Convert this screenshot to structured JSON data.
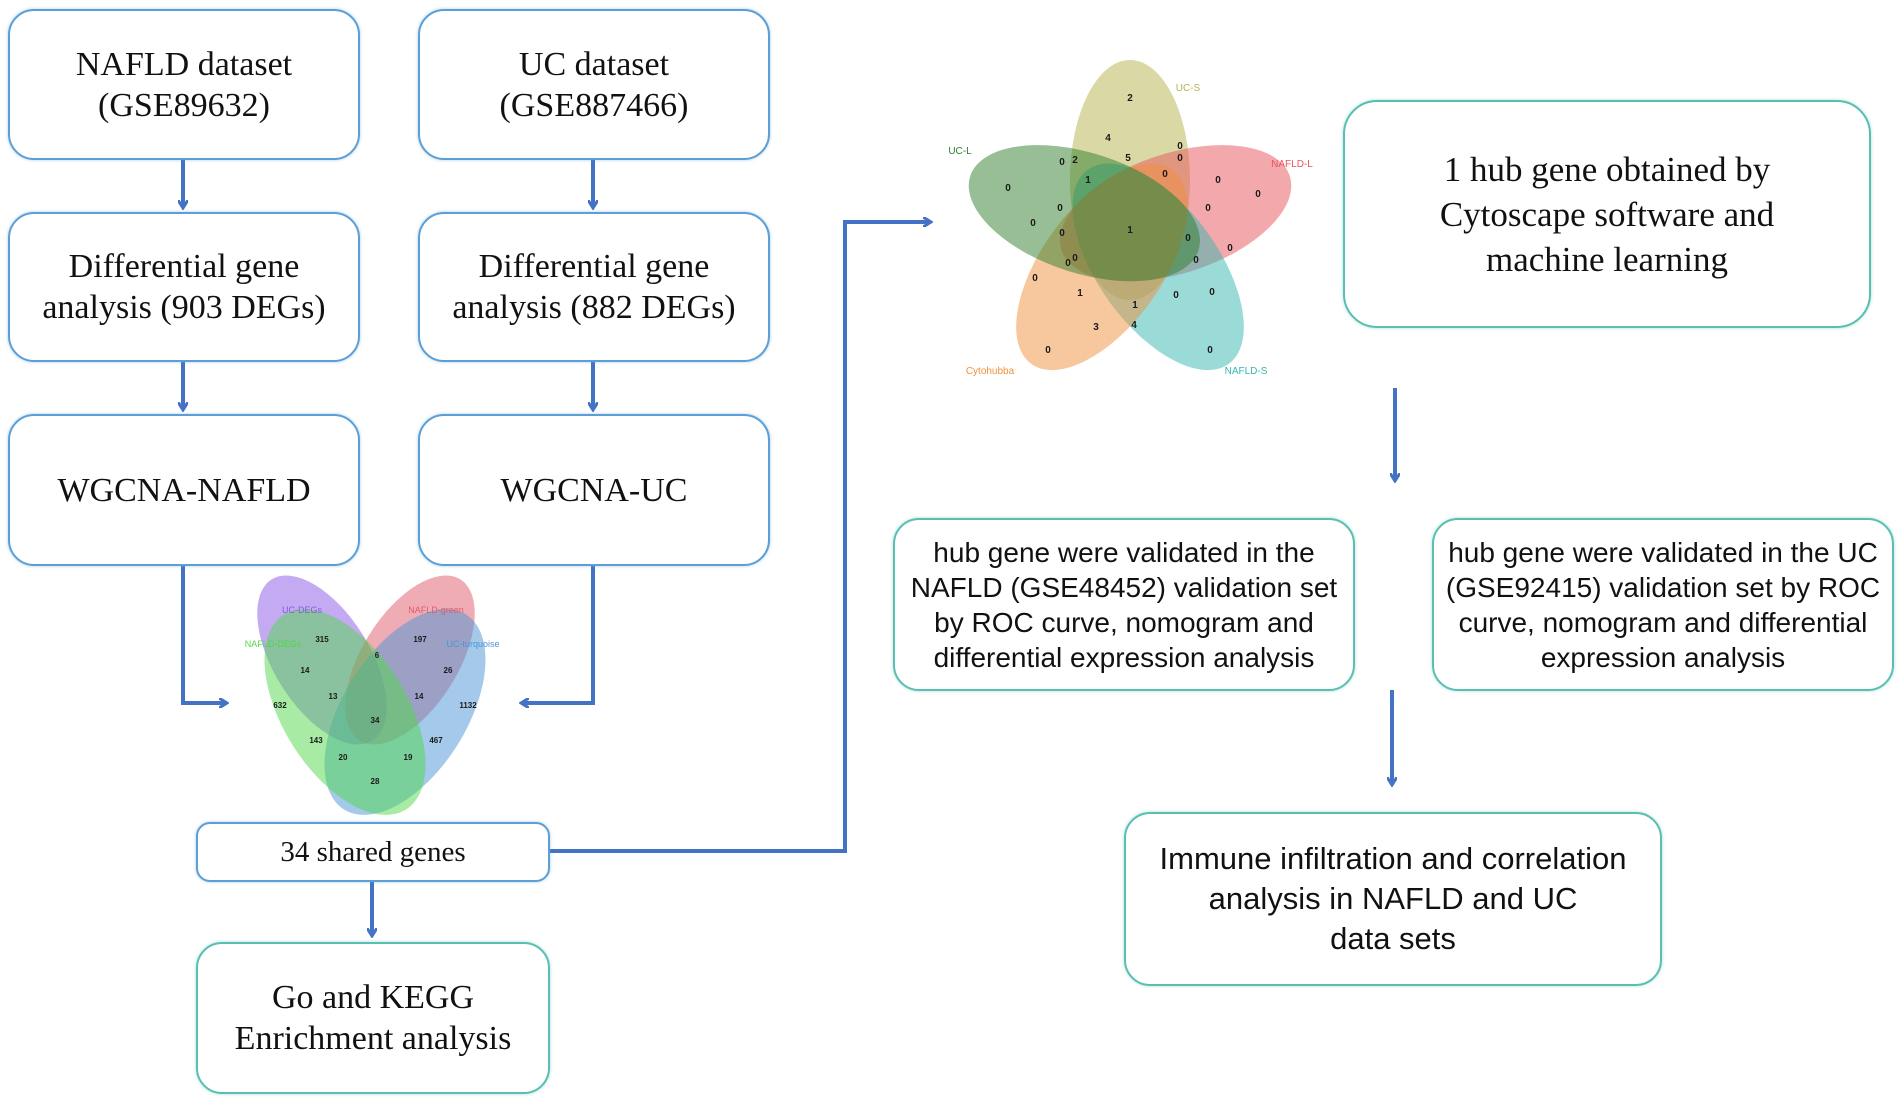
{
  "colors": {
    "arrow": "#4472c4",
    "box_border_left": "#5c9fd6",
    "box_border_right": "#58bfb1"
  },
  "boxes": {
    "nafld_dataset": [
      "NAFLD  dataset",
      "(GSE89632)"
    ],
    "uc_dataset": [
      "UC  dataset",
      "(GSE887466)"
    ],
    "nafld_deg": [
      "Differential gene",
      "analysis (903 DEGs)"
    ],
    "uc_deg": [
      "Differential gene",
      "analysis (882 DEGs)"
    ],
    "wgcna_nafld": [
      "WGCNA-NAFLD"
    ],
    "wgcna_uc": [
      "WGCNA-UC"
    ],
    "shared_genes": [
      "34 shared genes"
    ],
    "enrichment": [
      "Go and KEGG",
      "Enrichment analysis"
    ],
    "hub_gene": [
      "1 hub gene obtained by",
      "Cytoscape software and",
      "machine learning"
    ],
    "validate_nafld": [
      "hub gene were validated in the",
      "NAFLD (GSE48452) validation set",
      "by ROC curve, nomogram and",
      "differential expression analysis"
    ],
    "validate_uc": [
      "hub gene were validated in the UC",
      "(GSE92415) validation set by ROC",
      "curve, nomogram and differential",
      "expression analysis"
    ],
    "immune": [
      "Immune infiltration and correlation",
      "analysis in NAFLD and UC",
      "data sets"
    ]
  },
  "venn4": {
    "sets": [
      {
        "name": "UC-DEGs",
        "color": "#8a55e8"
      },
      {
        "name": "NAFLD-green",
        "color": "#e05a6a"
      },
      {
        "name": "UC-turquoise",
        "color": "#4a93d6"
      },
      {
        "name": "NAFLD-DEGs",
        "color": "#4fd84a"
      }
    ],
    "values": [
      "315",
      "197",
      "14",
      "6",
      "26",
      "632",
      "13",
      "14",
      "1132",
      "34",
      "143",
      "467",
      "20",
      "19",
      "28"
    ]
  },
  "venn5": {
    "sets": [
      {
        "name": "UC-S",
        "color": "#b5b34e"
      },
      {
        "name": "NAFLD-L",
        "color": "#e8545a"
      },
      {
        "name": "UC-L",
        "color": "#2f7d2c"
      },
      {
        "name": "Cytohubba",
        "color": "#f0903e"
      },
      {
        "name": "NAFLD-S",
        "color": "#36b6b0"
      }
    ],
    "values": [
      "2",
      "4",
      "5",
      "0",
      "2",
      "0",
      "1",
      "0",
      "0",
      "0",
      "0",
      "0",
      "0",
      "0",
      "0",
      "0",
      "1",
      "0",
      "0",
      "0",
      "0",
      "0",
      "1",
      "0",
      "1",
      "0",
      "3",
      "4",
      "0",
      "0",
      "0"
    ]
  }
}
